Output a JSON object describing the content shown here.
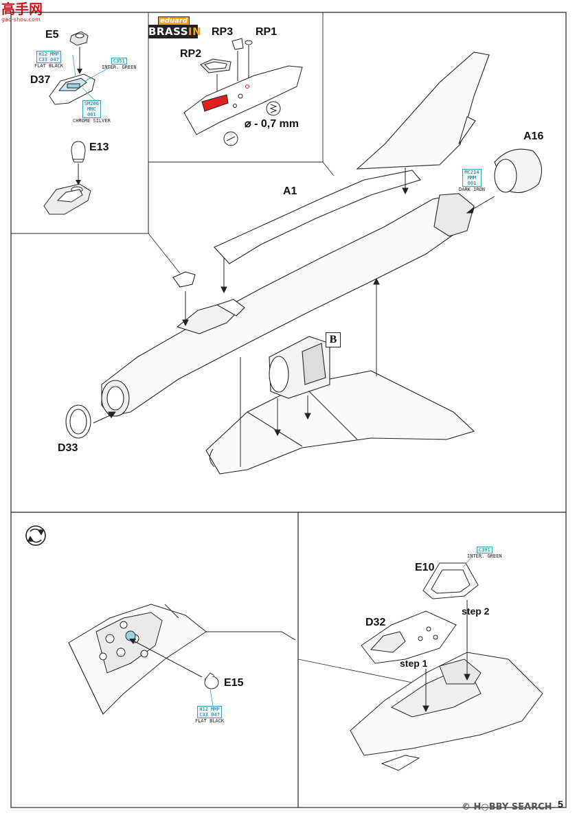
{
  "watermark": {
    "cn_text": "高手网",
    "url": "gao-shou.com"
  },
  "brand_logo": {
    "top": "eduard",
    "bottom_a": "BRASS",
    "bottom_b": "IN"
  },
  "section_top": {
    "labels": {
      "e5": "E5",
      "d37": "D37",
      "e13": "E13",
      "rp2": "RP2",
      "rp3": "RP3",
      "rp1": "RP1",
      "drill": "⌀ - 0,7 mm",
      "a16": "A16",
      "a1": "A1",
      "d33": "D33",
      "b": "B"
    },
    "paints": {
      "d37_black": {
        "line1": "H12 MMP",
        "line2": "C33  047",
        "name": "FLAT BLACK"
      },
      "d37_green": {
        "line1": "C351",
        "name": "INTER. GREEN"
      },
      "d37_silver": {
        "line1": "SM206",
        "line2": "MMC",
        "line3": "001",
        "name": "CHROME SILVER"
      },
      "a16_iron": {
        "line1": "MC214",
        "line2": "MMM",
        "line3": "001",
        "name": "DARK IRON"
      }
    }
  },
  "section_bottom_left": {
    "labels": {
      "e15": "E15"
    },
    "paints": {
      "e15_black": {
        "line1": "H12 MMP",
        "line2": "C33  047",
        "name": "FLAT BLACK"
      }
    }
  },
  "section_bottom_right": {
    "labels": {
      "e10": "E10",
      "d32": "D32",
      "step1": "step 1",
      "step2": "step 2"
    },
    "paints": {
      "e10_green": {
        "line1": "C391",
        "name": "INTER. GREEN"
      }
    }
  },
  "footer": {
    "credit": "© H○BBY SEARCH",
    "page_number": "5"
  },
  "icons": [
    "rotate-arrows-icon",
    "drill-icon",
    "aircraft-drawing"
  ],
  "colors": {
    "paint_blue": "#3a9bbf",
    "mask_red": "#e02020",
    "logo_orange": "#f2a31b"
  }
}
